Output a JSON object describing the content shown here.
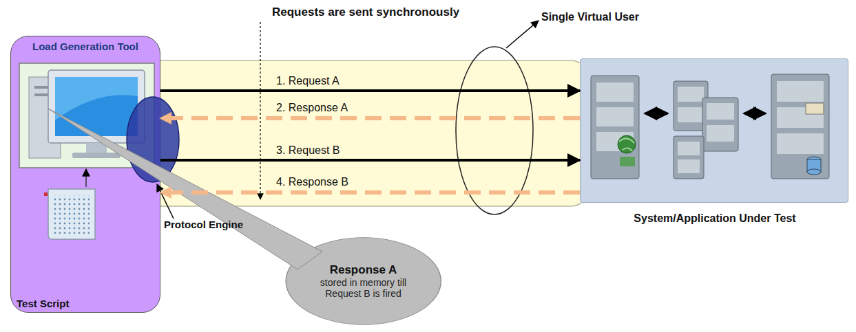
{
  "diagram": {
    "nodes": [
      {
        "text": [
          "Load Generation Tool"
        ]
      },
      {
        "text": [
          "System/Application Under Test"
        ]
      },
      {
        "text": [
          "Response A",
          "stored in memory till Request B is fired"
        ]
      }
    ],
    "edges": [
      {
        "from": 0,
        "to": 1,
        "arrow": "to",
        "label": "1. Request A"
      },
      {
        "from": 1,
        "to": 0,
        "arrow": "to",
        "label": "2. Response A"
      },
      {
        "from": 0,
        "to": 1,
        "arrow": "to",
        "label": "3. Request B"
      },
      {
        "from": 1,
        "to": 0,
        "arrow": "to",
        "label": "4. Response B"
      }
    ],
    "labels": [
      "Requests are sent synchronously",
      "Single Virtual User",
      "Protocol Engine",
      "Test Script"
    ]
  }
}
